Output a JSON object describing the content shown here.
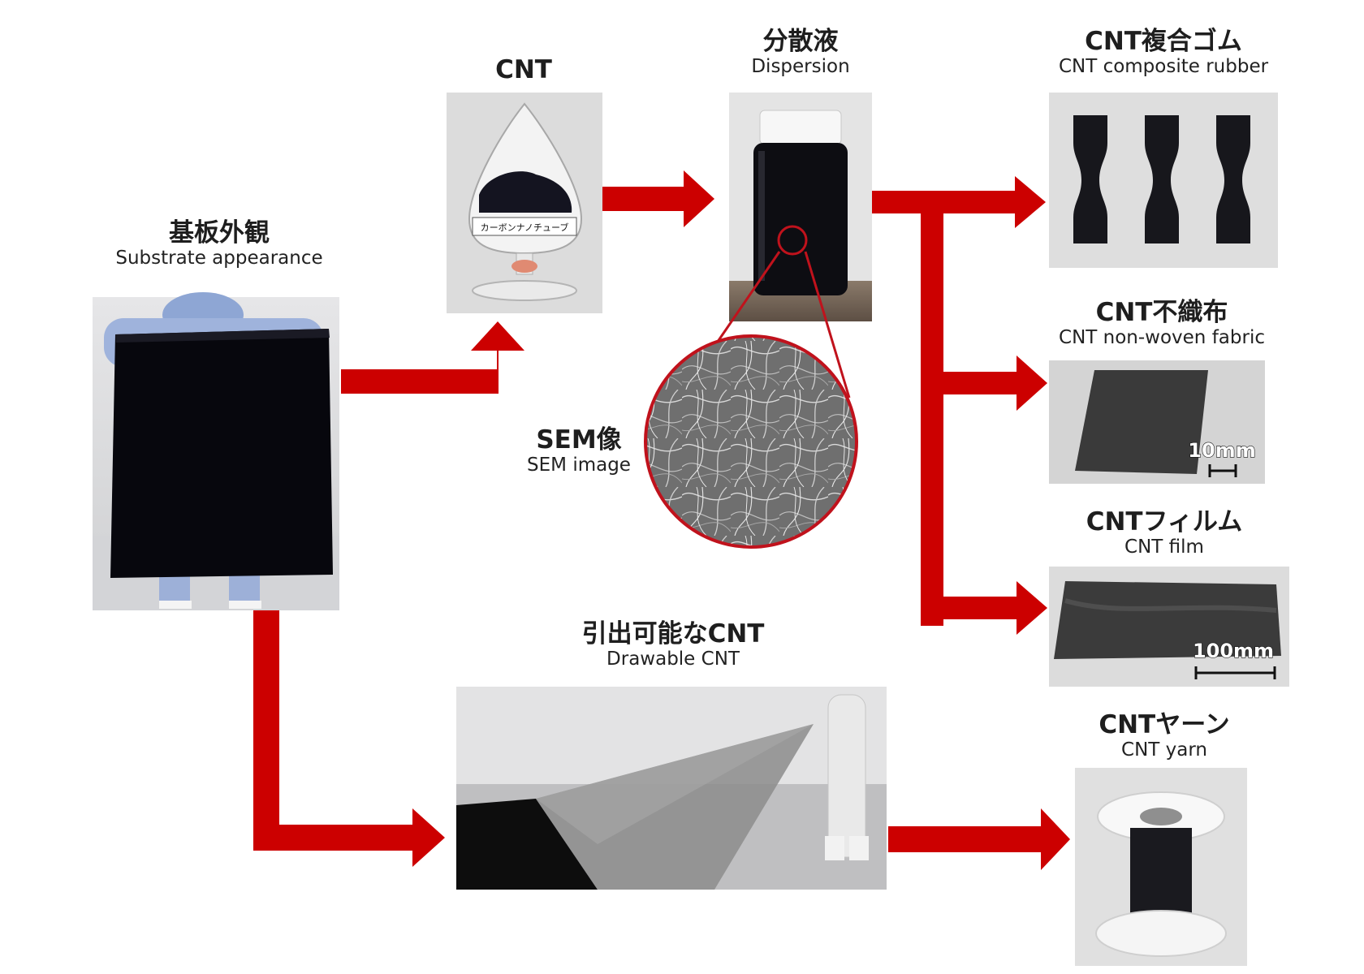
{
  "labels": {
    "substrate": {
      "jp": "基板外観",
      "en": "Substrate appearance"
    },
    "cnt": {
      "jp": "CNT"
    },
    "dispersion": {
      "jp": "分散液",
      "en": "Dispersion"
    },
    "sem": {
      "jp": "SEM像",
      "en": "SEM image"
    },
    "rubber": {
      "jp": "CNT複合ゴム",
      "en": "CNT composite rubber"
    },
    "nonwoven": {
      "jp": "CNT不織布",
      "en": "CNT non-woven fabric"
    },
    "film": {
      "jp": "CNTフィルム",
      "en": "CNT film"
    },
    "drawable": {
      "jp": "引出可能なCNT",
      "en": "Drawable CNT"
    },
    "yarn": {
      "jp": "CNTヤーン",
      "en": "CNT yarn"
    }
  },
  "flask_label": "カーボンナノチューブ",
  "scale_bars": {
    "nonwoven": "10mm",
    "film": "100mm"
  },
  "colors": {
    "arrow": "#cc0000",
    "magnifier": "#c0121c"
  }
}
